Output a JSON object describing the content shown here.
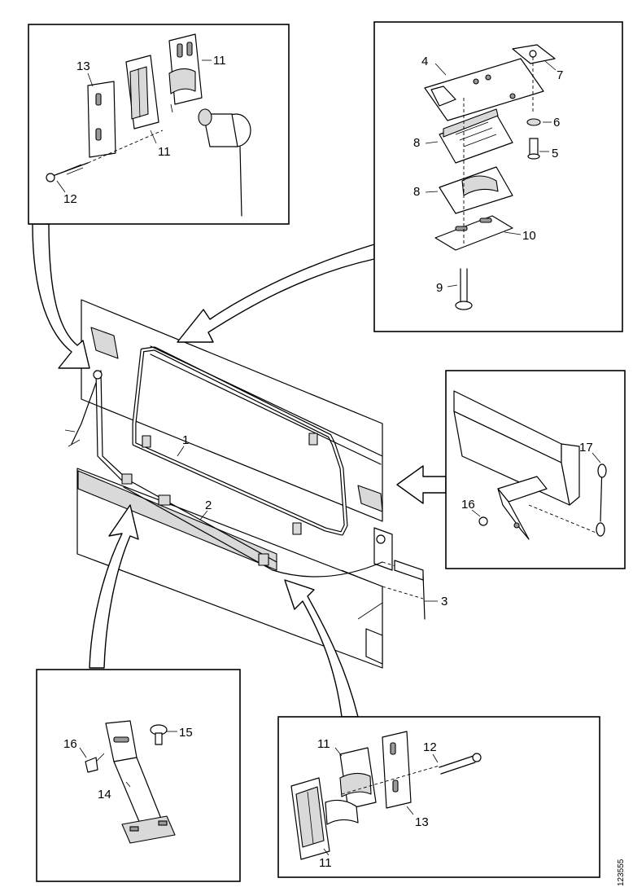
{
  "diagram": {
    "drawing_code": "123555",
    "callouts": {
      "c1": "1",
      "c2": "2",
      "c3": "3",
      "c4": "4",
      "c5": "5",
      "c6": "6",
      "c7": "7",
      "c8a": "8",
      "c8b": "8",
      "c9": "9",
      "c10": "10",
      "c11_tl_top": "11",
      "c11_tl_bottom": "11",
      "c12_tl": "12",
      "c13_tl": "13",
      "c11_br_top": "11",
      "c11_br_bottom": "11",
      "c12_br": "12",
      "c13_br": "13",
      "c14": "14",
      "c15": "15",
      "c16_bl": "16",
      "c16_r": "16",
      "c17": "17"
    }
  }
}
